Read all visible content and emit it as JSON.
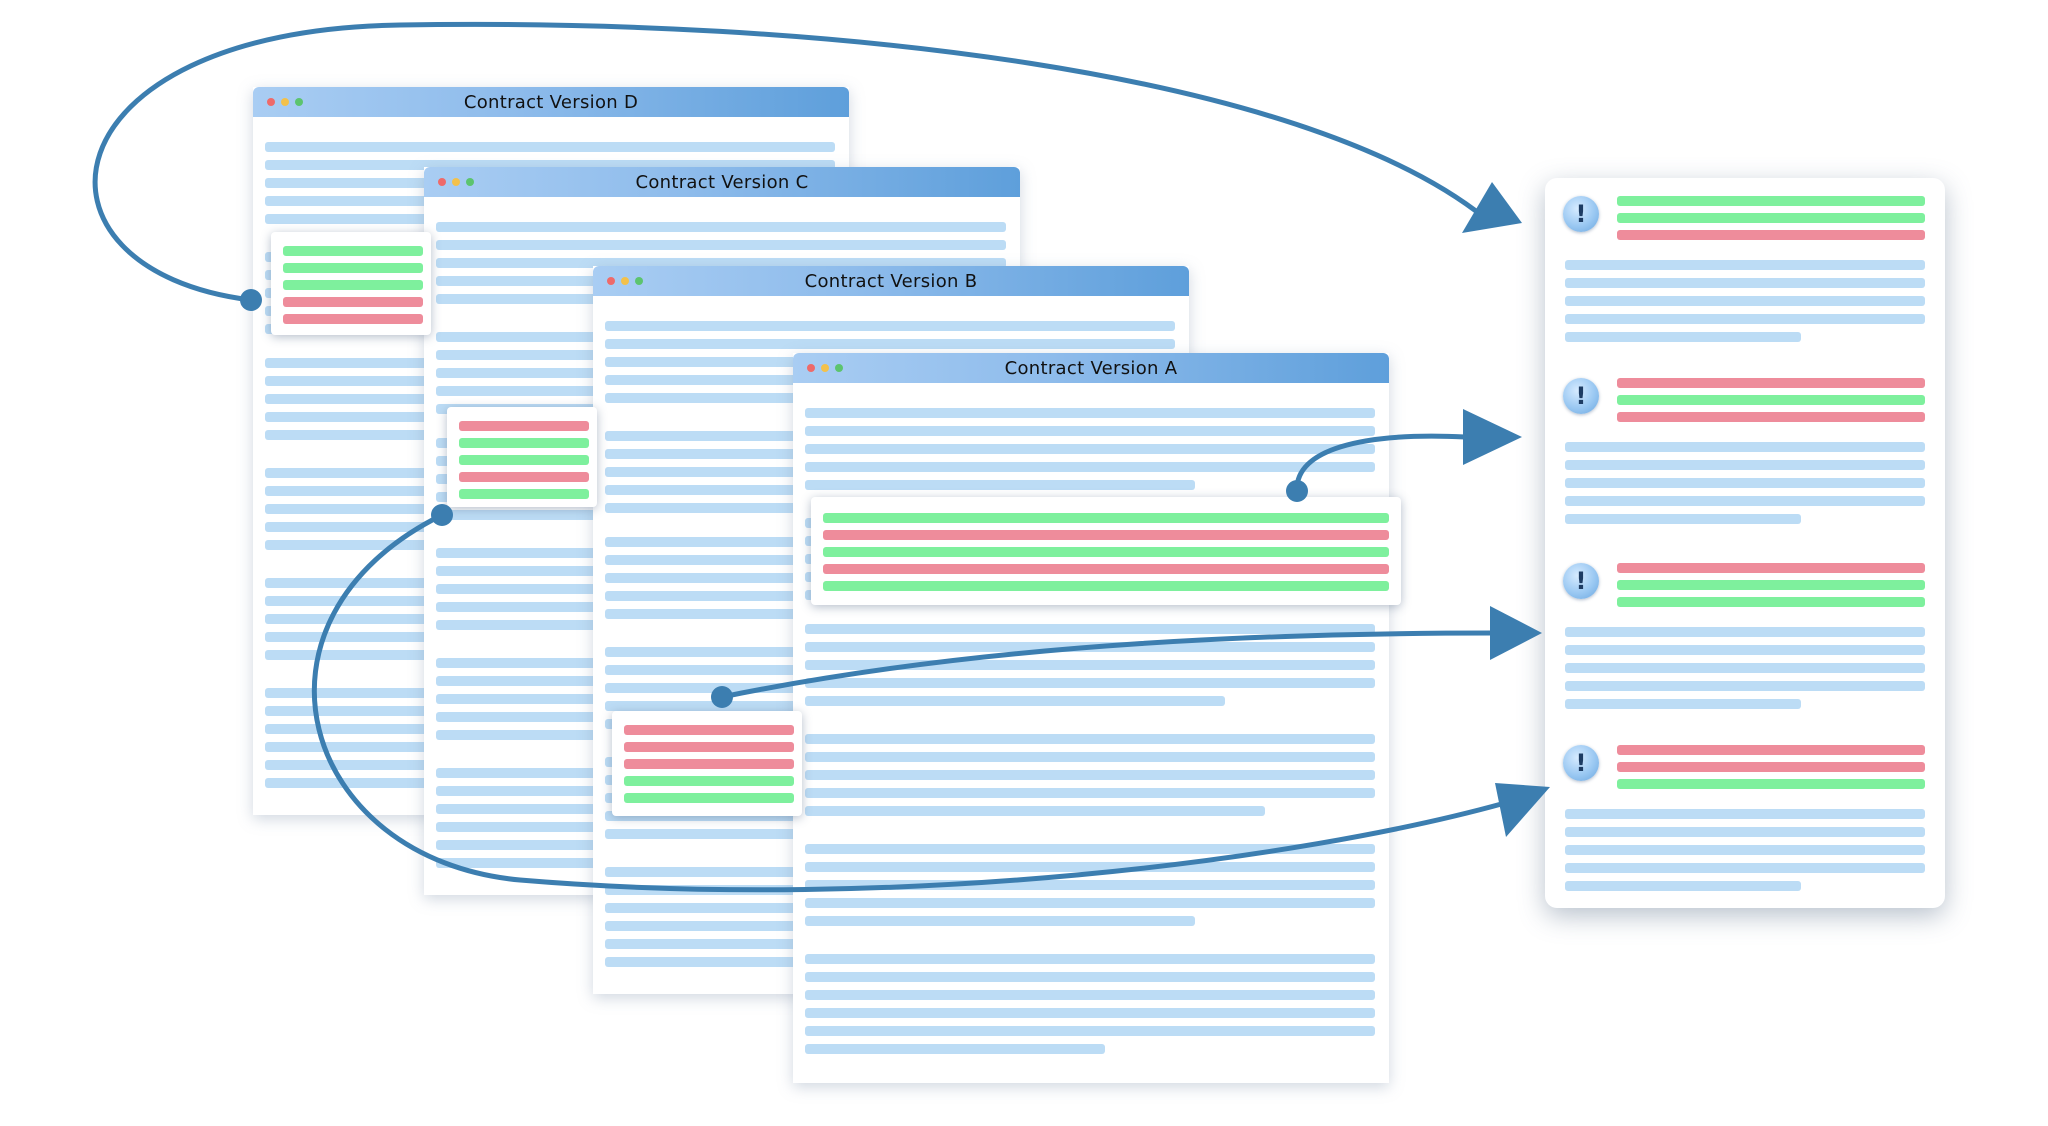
{
  "windows": {
    "d": {
      "title": "Contract Version D"
    },
    "c": {
      "title": "Contract Version C"
    },
    "b": {
      "title": "Contract Version B"
    },
    "a": {
      "title": "Contract Version A"
    }
  },
  "report": {
    "warning_glyph": "!",
    "icons": [
      "warning-icon",
      "warning-icon",
      "warning-icon",
      "warning-icon"
    ]
  },
  "colors": {
    "arrow": "#3c7eb0",
    "added_line": "#7ef09d",
    "removed_line": "#ee8c9b",
    "text_line": "#bcdcf5",
    "title_bar": "#5e9fdb"
  }
}
